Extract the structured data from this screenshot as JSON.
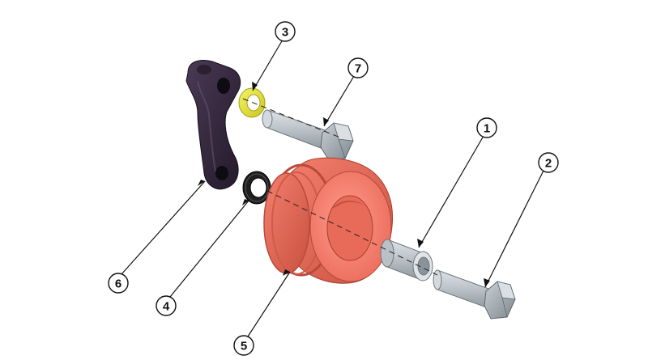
{
  "callouts": [
    {
      "id": "1",
      "label": "1",
      "part": "spacer-sleeve",
      "color": "#b8c0c6"
    },
    {
      "id": "2",
      "label": "2",
      "part": "short-hex-bolt",
      "color": "#b8c0c6"
    },
    {
      "id": "3",
      "label": "3",
      "part": "yellow-washer",
      "color": "#e8e63a"
    },
    {
      "id": "4",
      "label": "4",
      "part": "black-washer",
      "color": "#2a2a2a"
    },
    {
      "id": "5",
      "label": "5",
      "part": "pulley-wheel",
      "color": "#f07a6a"
    },
    {
      "id": "6",
      "label": "6",
      "part": "link-arm",
      "color": "#3a2a42"
    },
    {
      "id": "7",
      "label": "7",
      "part": "long-hex-bolt",
      "color": "#b8c0c6"
    }
  ]
}
